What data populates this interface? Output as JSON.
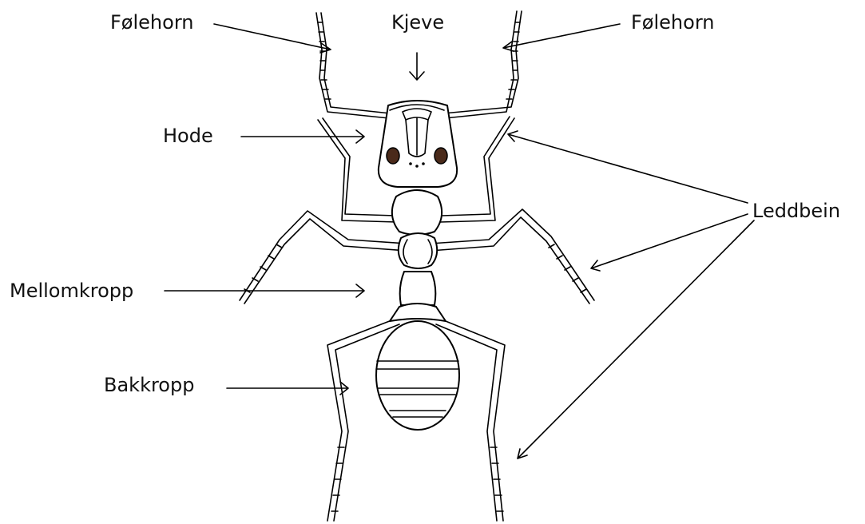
{
  "labels": {
    "antenna_left": "Følehorn",
    "jaw": "Kjeve",
    "antenna_right": "Følehorn",
    "head": "Hode",
    "legs": "Leddbein",
    "thorax": "Mellomkropp",
    "abdomen": "Bakkropp"
  },
  "colors": {
    "line": "#000000",
    "eye": "#4a2a1a",
    "text": "#111111",
    "background": "#ffffff"
  }
}
